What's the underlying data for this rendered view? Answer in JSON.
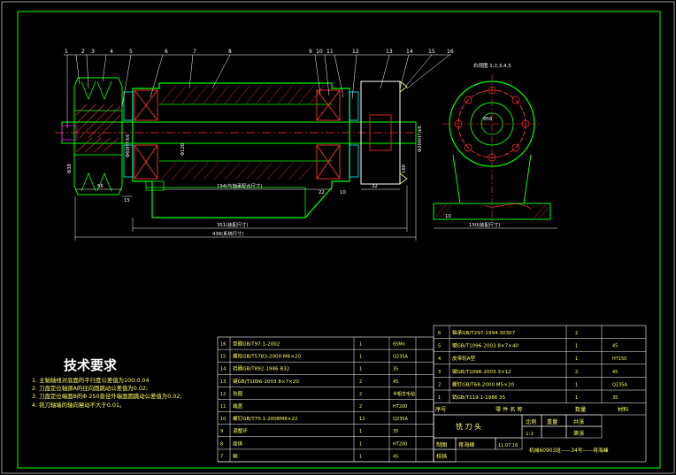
{
  "balloons": [
    "1",
    "2",
    "3",
    "4",
    "5",
    "6",
    "7",
    "8",
    "9",
    "10",
    "11",
    "12",
    "13",
    "14",
    "15",
    "16"
  ],
  "dimensions": {
    "bottom_total": "438(系统尺寸)",
    "middle_span": "351(装配尺寸)",
    "inner_span": "194(与轴承配合尺寸)",
    "left_short": "56",
    "left_tiny": "15",
    "mid_22": "22",
    "mid_10": "10",
    "right_32": "32",
    "side_width": "150(装配尺寸)",
    "side_small": "10",
    "center_height": "160",
    "phi_left": "Φ38",
    "phi_shaft": "Φ60H7/k6",
    "phi_body": "Φ120",
    "phi_right": "Φ200H7/k6",
    "phi_side": "Φ56"
  },
  "view_label": "右视图 1,2,3,4,5",
  "tech": {
    "title": "技术要求",
    "items": [
      "1. 主轴轴线对底面的平行度公差值为100:0.04",
      "2. 刀盘定位轴颈A的径向圆跳动公差值为0.02;",
      "3. 刀盘定位端面B的Φ 250直径外端面圆跳动公差值为0.02;",
      "4. 铣刀轴端的轴向窜动不大于0.01。"
    ]
  },
  "bom_left": [
    {
      "no": "16",
      "name": "垫圈GB/T97.1-2002",
      "qty": "1",
      "mat": "65Mn",
      "note": ""
    },
    {
      "no": "15",
      "name": "螺栓GB/T5783-2000 M6×20",
      "qty": "1",
      "mat": "Q235A",
      "note": ""
    },
    {
      "no": "14",
      "name": "挡圈GB/T892-1986 B32",
      "qty": "1",
      "mat": "35",
      "note": ""
    },
    {
      "no": "13",
      "name": "键GB/T1096-2003 8×7×20",
      "qty": "2",
      "mat": "45",
      "note": ""
    },
    {
      "no": "12",
      "name": "毡圈",
      "qty": "2",
      "mat": "半粗羊毛毡",
      "note": ""
    },
    {
      "no": "11",
      "name": "端盖",
      "qty": "2",
      "mat": "HT200",
      "note": ""
    },
    {
      "no": "10",
      "name": "螺钉GB/T70.1-2008M8×22",
      "qty": "12",
      "mat": "Q235A",
      "note": ""
    },
    {
      "no": "9",
      "name": "调整环",
      "qty": "1",
      "mat": "35",
      "note": ""
    },
    {
      "no": "8",
      "name": "座体",
      "qty": "1",
      "mat": "HT200",
      "note": ""
    },
    {
      "no": "7",
      "name": "轴",
      "qty": "1",
      "mat": "45",
      "note": ""
    }
  ],
  "bom_right": [
    {
      "no": "6",
      "name": "轴承GB/T297-1994 30307",
      "qty": "2",
      "mat": "",
      "note": ""
    },
    {
      "no": "5",
      "name": "键GB/T1096-2003 8×7×40",
      "qty": "1",
      "mat": "45",
      "note": ""
    },
    {
      "no": "4",
      "name": "皮带轮A型",
      "qty": "1",
      "mat": "HT150",
      "note": ""
    },
    {
      "no": "3",
      "name": "键GB/T1096-2003 3×12",
      "qty": "2",
      "mat": "45",
      "note": ""
    },
    {
      "no": "2",
      "name": "螺钉GB/T68-2000 M5×20",
      "qty": "1",
      "mat": "Q235A",
      "note": ""
    },
    {
      "no": "1",
      "name": "销GB/T119.1-1986 35",
      "qty": "1",
      "mat": "35",
      "note": ""
    }
  ],
  "bom_header": {
    "no": "序号",
    "name": "零 件 名 称",
    "qty": "数量",
    "mat": "材料"
  },
  "title_block": {
    "drawing_name": "铣 刀 头",
    "scale_label": "比例",
    "scale_value": "1:2",
    "weight_label": "重量",
    "sheet_label": "共张",
    "sheet_of": "第张",
    "drawn_label": "制图",
    "drawn_by": "蒋海峰",
    "date": "11.07.16",
    "checked_label": "校核",
    "school": "机械60903班——34号——蒋海峰"
  },
  "colors": {
    "border": "#00ff00",
    "outline": "#00ff00",
    "section": "#ff3333",
    "dimension": "#ffffff",
    "cyan": "#00ffff",
    "yellow": "#ffff66",
    "magenta": "#ff00ff"
  }
}
